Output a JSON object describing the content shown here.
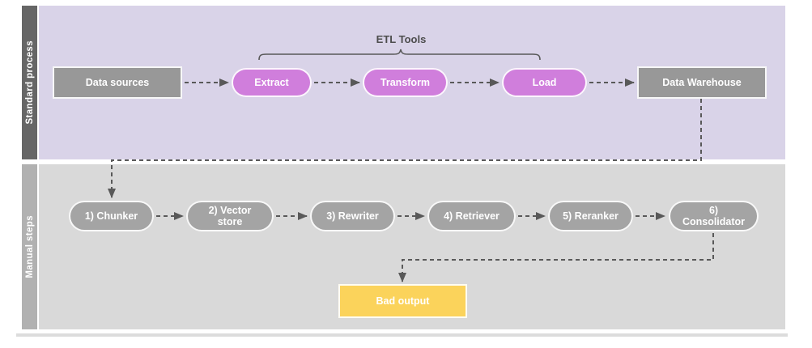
{
  "diagram": {
    "lanes": [
      {
        "label": "Standard process",
        "annotation": "ETL Tools",
        "nodes": [
          {
            "id": "data-sources",
            "label": "Data sources",
            "shape": "rectangle",
            "color": "#989898"
          },
          {
            "id": "extract",
            "label": "Extract",
            "shape": "pill",
            "color": "#d07edc"
          },
          {
            "id": "transform",
            "label": "Transform",
            "shape": "pill",
            "color": "#d07edc"
          },
          {
            "id": "load",
            "label": "Load",
            "shape": "pill",
            "color": "#d07edc"
          },
          {
            "id": "data-warehouse",
            "label": "Data Warehouse",
            "shape": "rectangle",
            "color": "#989898"
          }
        ]
      },
      {
        "label": "Manual steps",
        "nodes": [
          {
            "id": "chunker",
            "label": "1) Chunker",
            "shape": "pill",
            "color": "#a4a4a4"
          },
          {
            "id": "vector-store",
            "label": "2) Vector store",
            "shape": "pill",
            "color": "#a4a4a4"
          },
          {
            "id": "rewriter",
            "label": "3) Rewriter",
            "shape": "pill",
            "color": "#a4a4a4"
          },
          {
            "id": "retriever",
            "label": "4) Retriever",
            "shape": "pill",
            "color": "#a4a4a4"
          },
          {
            "id": "reranker",
            "label": "5) Reranker",
            "shape": "pill",
            "color": "#a4a4a4"
          },
          {
            "id": "consolidator",
            "label": "6) Consolidator",
            "shape": "pill",
            "color": "#a4a4a4"
          },
          {
            "id": "bad-output",
            "label": "Bad output",
            "shape": "rectangle",
            "color": "#fbd35b"
          }
        ]
      }
    ],
    "colors": {
      "lane_top_bg": "#d9d3e8",
      "lane_bottom_bg": "#d9d9d9",
      "lane_label_dark": "#666666",
      "lane_label_light": "#b1b1b1",
      "gray_node": "#989898",
      "gray_pill": "#a4a4a4",
      "pink_pill": "#d07edc",
      "yellow_node": "#fbd35b",
      "connector": "#595959",
      "annotation_text": "#4d4d4d"
    }
  }
}
